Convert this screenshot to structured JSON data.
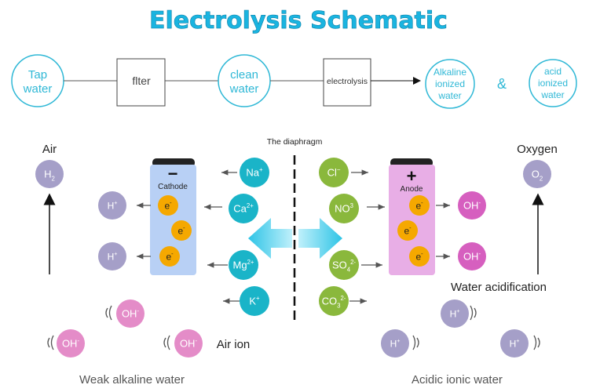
{
  "title": "Electrolysis Schematic",
  "flow": {
    "tap": [
      "Tap",
      "water"
    ],
    "filter": "flter",
    "clean": [
      "clean",
      "water"
    ],
    "electrolysis": "electrolysis",
    "alkaline": [
      "Alkaline",
      "ionized",
      "water"
    ],
    "amp": "&",
    "acid": [
      "acid",
      "ionized",
      "water"
    ]
  },
  "diaphragm": "The diaphragm",
  "cathode": {
    "sign": "−",
    "label": "Cathode"
  },
  "anode": {
    "sign": "+",
    "label": "Anode"
  },
  "left_gas": {
    "label": "Air",
    "ion": "H",
    "sub": "2"
  },
  "right_gas": {
    "label": "Oxygen",
    "ion": "O",
    "sub": "2"
  },
  "electron": "e",
  "cations": [
    {
      "base": "Na",
      "sup": "+"
    },
    {
      "base": "Ca",
      "sup": "2+"
    },
    {
      "base": "Mg",
      "sup": "2+"
    },
    {
      "base": "K",
      "sup": "+"
    }
  ],
  "anions": [
    {
      "base": "Cl",
      "sup": "−",
      "sub": ""
    },
    {
      "base": "NO",
      "sup": "3",
      "sub": ""
    },
    {
      "base": "SO",
      "sup": "2-",
      "sub": "4"
    },
    {
      "base": "CO",
      "sup": "2-",
      "sub": "3"
    }
  ],
  "h_ion": {
    "base": "H",
    "sup": "+"
  },
  "oh_ion": {
    "base": "OH",
    "sup": "-"
  },
  "captions": {
    "air_ion": "Air ion",
    "water_acidification": "Water acidification",
    "weak_alkaline": "Weak alkaline water",
    "acidic": "Acidic ionic water"
  },
  "colors": {
    "title": "#1ab4e0",
    "flow": "#2fb8d6",
    "cation": "#1ab4c8",
    "anion": "#8ab83c",
    "electron": "#f5a800",
    "gas": "#a59fc8",
    "h_ion": "#a59fc8",
    "oh_left": "#e48cc8",
    "oh_right": "#d65fbf",
    "cathode": "#b8d0f5",
    "anode": "#e8aee6"
  }
}
